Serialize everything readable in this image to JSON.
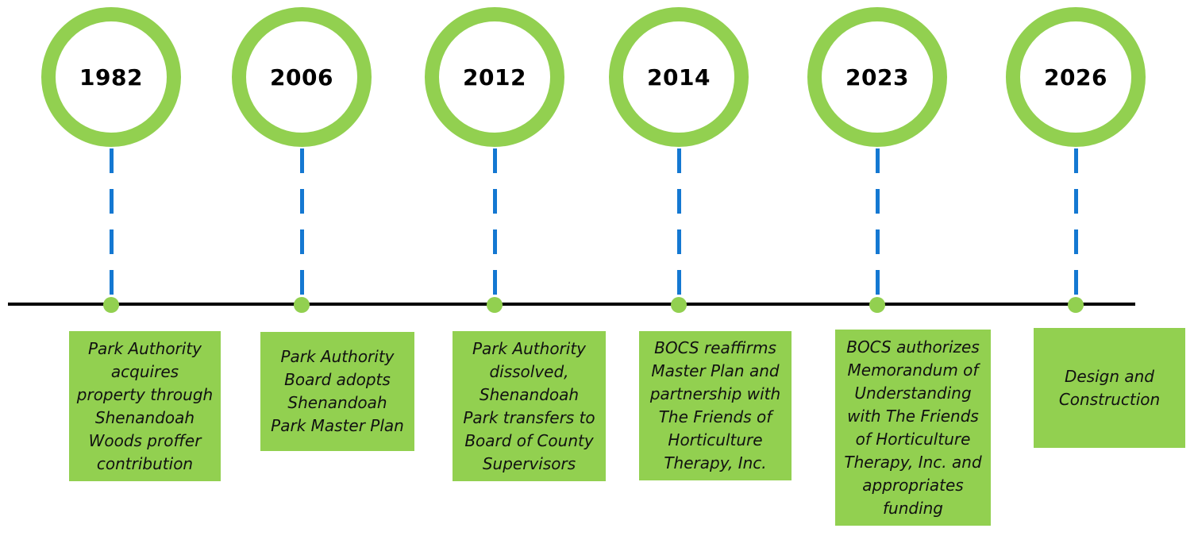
{
  "diagram_type": "timeline",
  "colors": {
    "green": "#92d050",
    "blue": "#1478d2",
    "axis": "#000000",
    "text": "#111111"
  },
  "milestones": [
    {
      "year": "1982",
      "description": "Park Authority\nacquires\nproperty through\nShenandoah\nWoods proffer\ncontribution"
    },
    {
      "year": "2006",
      "description": "Park Authority\nBoard adopts\nShenandoah\nPark Master Plan"
    },
    {
      "year": "2012",
      "description": "Park Authority\ndissolved,\nShenandoah\nPark transfers to\nBoard of County\nSupervisors"
    },
    {
      "year": "2014",
      "description": "BOCS reaffirms\nMaster Plan and\npartnership with\nThe Friends of\nHorticulture\nTherapy, Inc."
    },
    {
      "year": "2023",
      "description": "BOCS authorizes\nMemorandum of\nUnderstanding\nwith The Friends\nof Horticulture\nTherapy, Inc. and\nappropriates\nfunding"
    },
    {
      "year": "2026",
      "description": "Design and\nConstruction"
    }
  ]
}
